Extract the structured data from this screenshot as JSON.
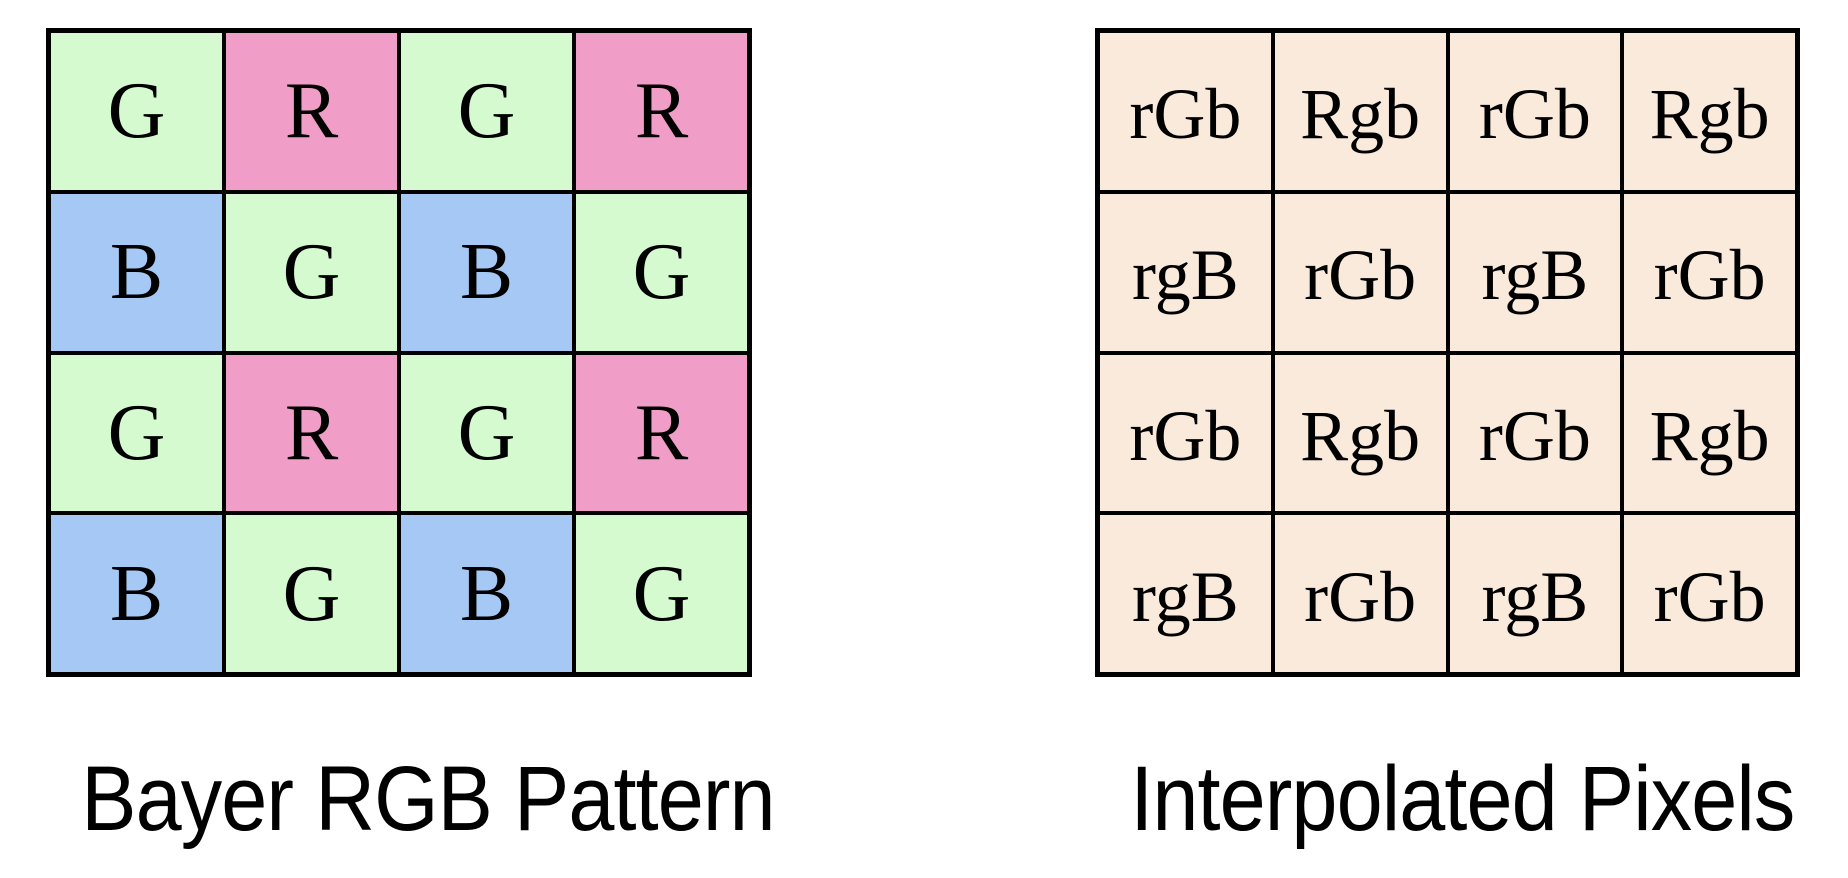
{
  "colors": {
    "green": "#d5fad0",
    "red": "#f09ec8",
    "blue": "#a5c8f5",
    "interpolated": "#faeadb",
    "grid_line": "#000000",
    "label_text": "#000000",
    "page_background": "#ffffff"
  },
  "bayer_grid": {
    "caption": "Bayer RGB Pattern",
    "rows": 4,
    "cols": 4,
    "cells": [
      {
        "label": "G",
        "channel": "green"
      },
      {
        "label": "R",
        "channel": "red"
      },
      {
        "label": "G",
        "channel": "green"
      },
      {
        "label": "R",
        "channel": "red"
      },
      {
        "label": "B",
        "channel": "blue"
      },
      {
        "label": "G",
        "channel": "green"
      },
      {
        "label": "B",
        "channel": "blue"
      },
      {
        "label": "G",
        "channel": "green"
      },
      {
        "label": "G",
        "channel": "green"
      },
      {
        "label": "R",
        "channel": "red"
      },
      {
        "label": "G",
        "channel": "green"
      },
      {
        "label": "R",
        "channel": "red"
      },
      {
        "label": "B",
        "channel": "blue"
      },
      {
        "label": "G",
        "channel": "green"
      },
      {
        "label": "B",
        "channel": "blue"
      },
      {
        "label": "G",
        "channel": "green"
      }
    ]
  },
  "interpolated_grid": {
    "caption": "Interpolated Pixels",
    "rows": 4,
    "cols": 4,
    "cells": [
      {
        "label": "rGb",
        "channel": "interpolated"
      },
      {
        "label": "Rgb",
        "channel": "interpolated"
      },
      {
        "label": "rGb",
        "channel": "interpolated"
      },
      {
        "label": "Rgb",
        "channel": "interpolated"
      },
      {
        "label": "rgB",
        "channel": "interpolated"
      },
      {
        "label": "rGb",
        "channel": "interpolated"
      },
      {
        "label": "rgB",
        "channel": "interpolated"
      },
      {
        "label": "rGb",
        "channel": "interpolated"
      },
      {
        "label": "rGb",
        "channel": "interpolated"
      },
      {
        "label": "Rgb",
        "channel": "interpolated"
      },
      {
        "label": "rGb",
        "channel": "interpolated"
      },
      {
        "label": "Rgb",
        "channel": "interpolated"
      },
      {
        "label": "rgB",
        "channel": "interpolated"
      },
      {
        "label": "rGb",
        "channel": "interpolated"
      },
      {
        "label": "rgB",
        "channel": "interpolated"
      },
      {
        "label": "rGb",
        "channel": "interpolated"
      }
    ]
  }
}
